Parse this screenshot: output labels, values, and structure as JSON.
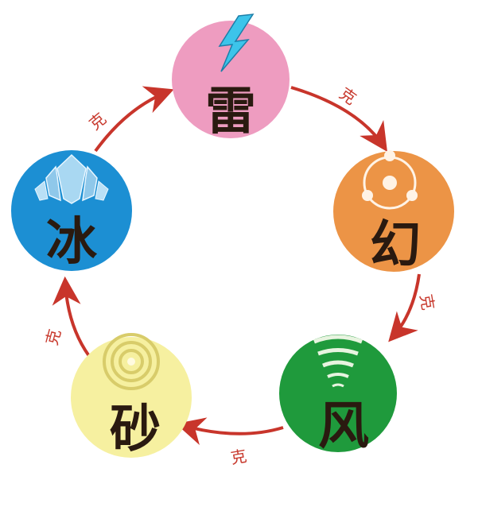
{
  "diagram": {
    "nodes": [
      {
        "id": "lei",
        "label": "雷",
        "color": "#ee9cc0",
        "icon": "lightning-icon"
      },
      {
        "id": "huan",
        "label": "幻",
        "color": "#ec9446",
        "icon": "sharingan-icon"
      },
      {
        "id": "feng",
        "label": "风",
        "color": "#1f9a3c",
        "icon": "tornado-icon"
      },
      {
        "id": "sha",
        "label": "砂",
        "color": "#f6f0a0",
        "icon": "sand-swirl-icon"
      },
      {
        "id": "bing",
        "label": "冰",
        "color": "#1c8fd3",
        "icon": "ice-crystal-icon"
      }
    ],
    "edges": [
      {
        "from": "lei",
        "to": "huan",
        "label": "克"
      },
      {
        "from": "huan",
        "to": "feng",
        "label": "克"
      },
      {
        "from": "feng",
        "to": "sha",
        "label": "克"
      },
      {
        "from": "sha",
        "to": "bing",
        "label": "克"
      },
      {
        "from": "bing",
        "to": "lei",
        "label": "克"
      }
    ],
    "edge_color": "#c8352b"
  }
}
